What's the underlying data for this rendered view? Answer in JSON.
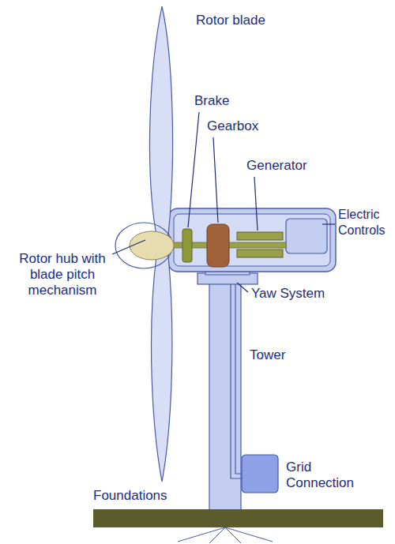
{
  "diagram": {
    "labels": [
      "Rotor blade",
      "Brake",
      "Gearbox",
      "Generator",
      "Electric Controls",
      "Rotor hub with blade pitch mechanism",
      "Yaw System",
      "Tower",
      "Grid Connection",
      "Foundations"
    ]
  }
}
